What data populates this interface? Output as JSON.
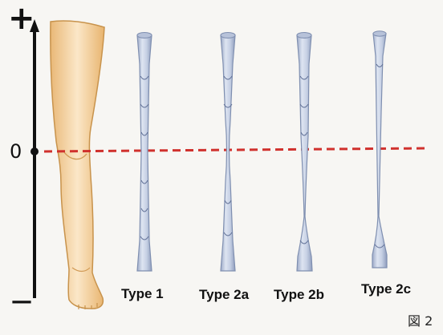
{
  "axis": {
    "plus_label": "+",
    "zero_label": "0",
    "minus_label": "—"
  },
  "vessel_types": [
    {
      "label": "Type 1"
    },
    {
      "label": "Type 2a"
    },
    {
      "label": "Type 2b"
    },
    {
      "label": "Type 2c"
    }
  ],
  "figure_number": "図 2",
  "colors": {
    "reference_line": "#d0312d",
    "vessel_fill": "#c9d3e6",
    "vessel_stroke": "#7f8fb0",
    "leg_skin": "#f3d3a4"
  }
}
